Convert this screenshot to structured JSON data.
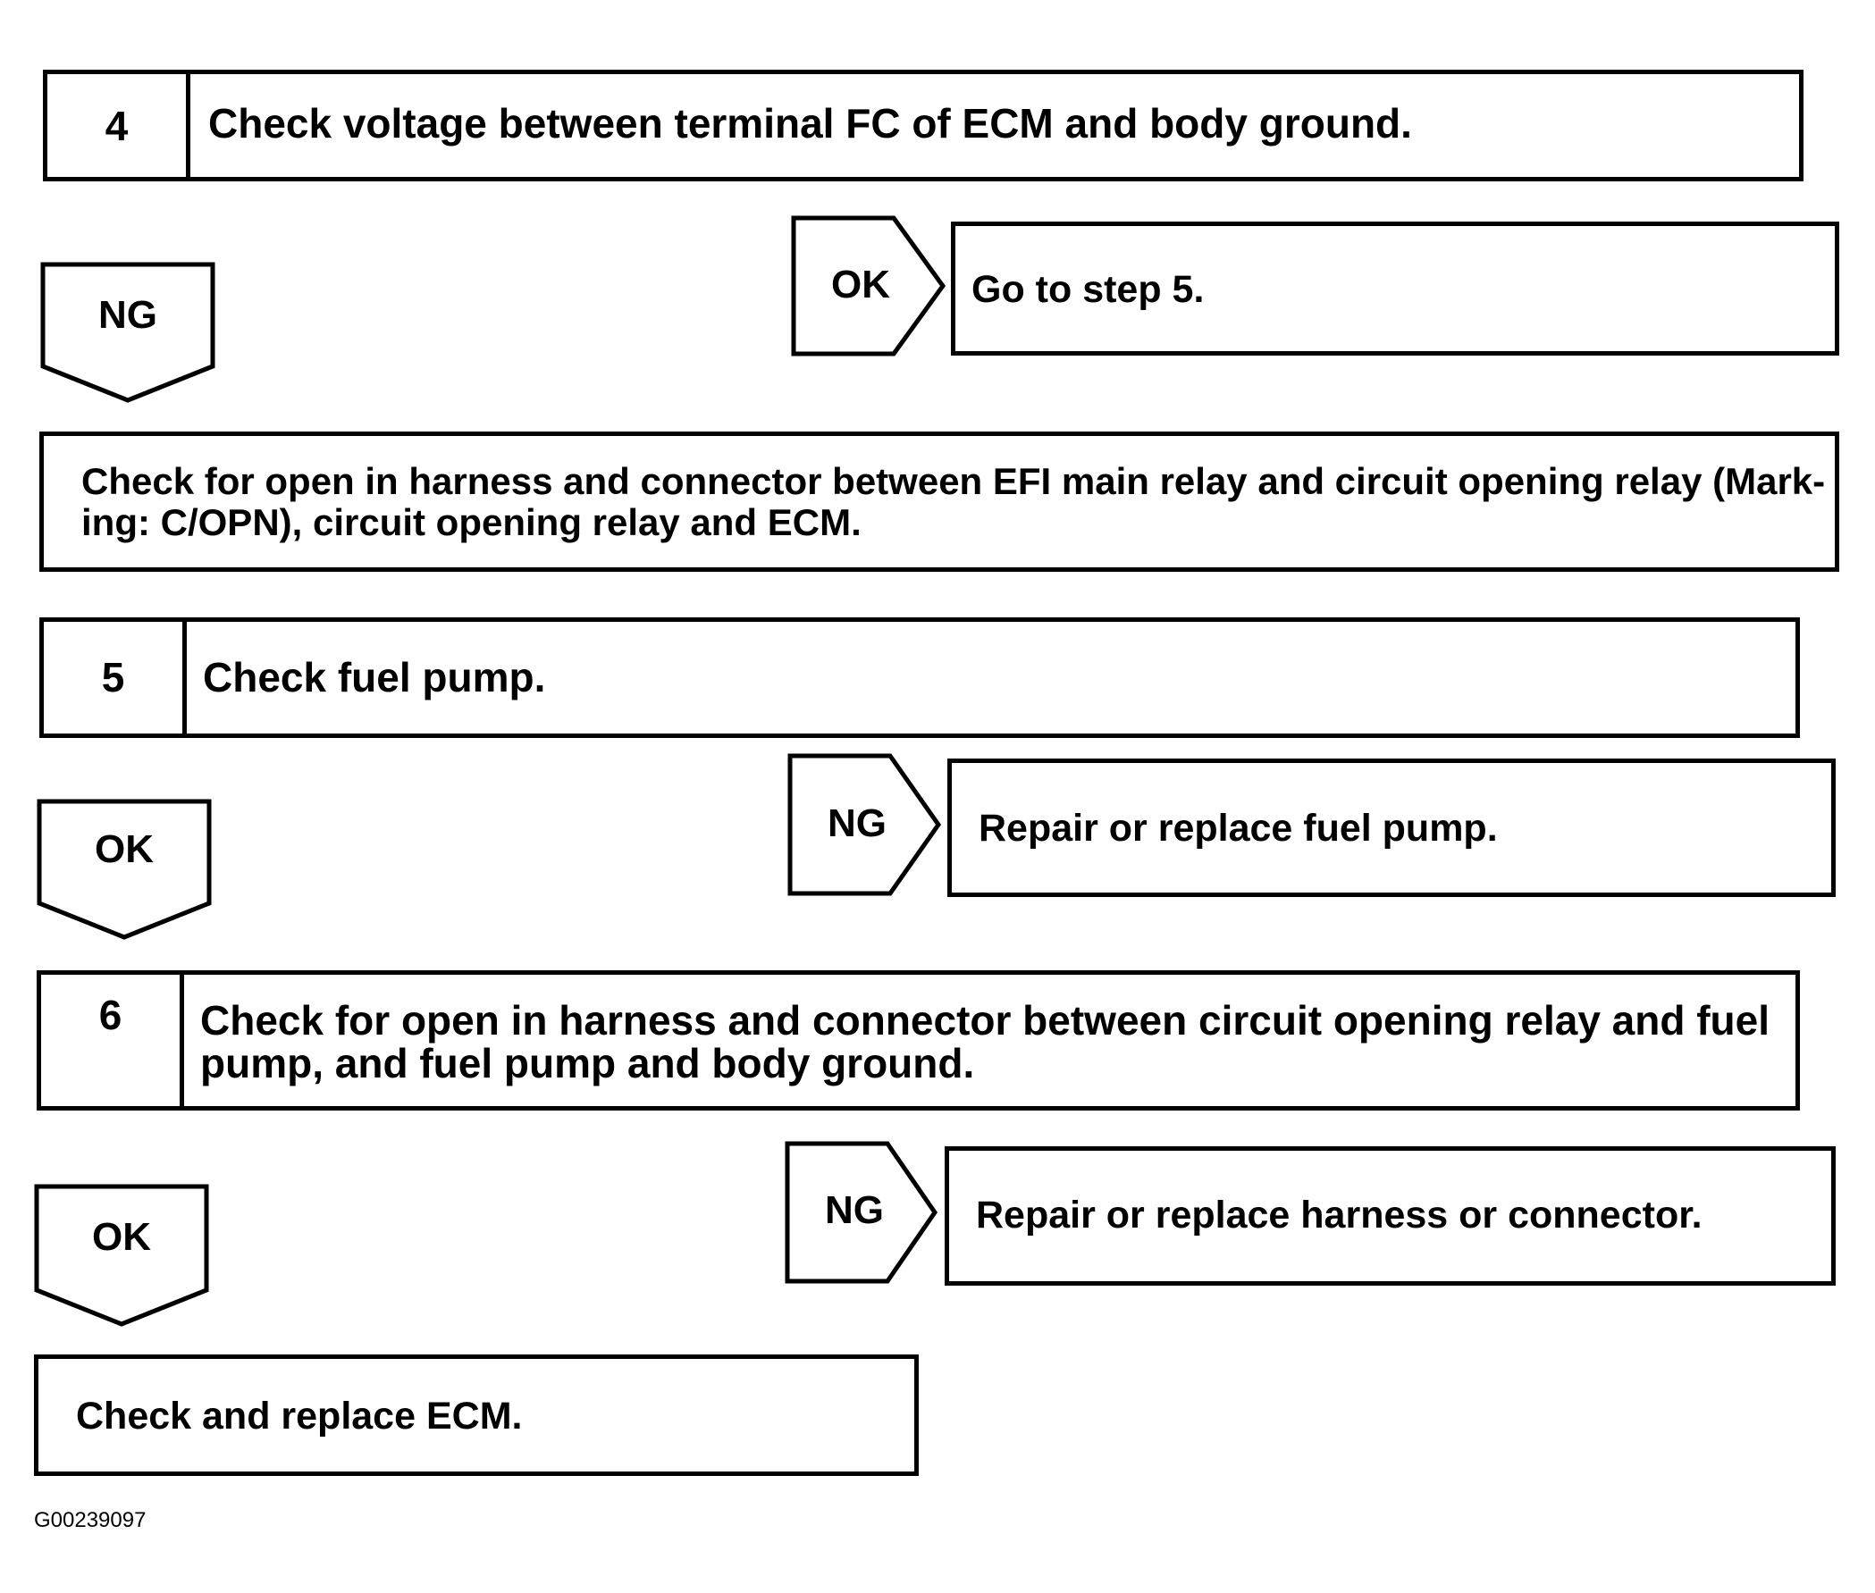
{
  "steps": [
    {
      "number": "4",
      "text": "Check voltage between terminal FC of ECM and body ground."
    },
    {
      "number": "5",
      "text": "Check fuel pump."
    },
    {
      "number": "6",
      "text_line1": "Check for open in harness and connector between circuit opening relay and fuel",
      "text_line2": "pump, and fuel pump and body ground."
    }
  ],
  "branches": {
    "s4_ok_label": "OK",
    "s4_ok_result": "Go to step 5.",
    "s4_ng_label": "NG",
    "s4_ng_result_line1": "Check for open in harness and connector between EFI main relay and circuit opening relay (Mark-",
    "s4_ng_result_line2": "ing: C/OPN), circuit opening relay and ECM.",
    "s5_ng_label": "NG",
    "s5_ng_result": "Repair or replace fuel pump.",
    "s5_ok_label": "OK",
    "s6_ng_label": "NG",
    "s6_ng_result": "Repair or replace harness or connector.",
    "s6_ok_label": "OK",
    "s6_ok_result": "Check and replace ECM."
  },
  "figure_id": "G00239097"
}
